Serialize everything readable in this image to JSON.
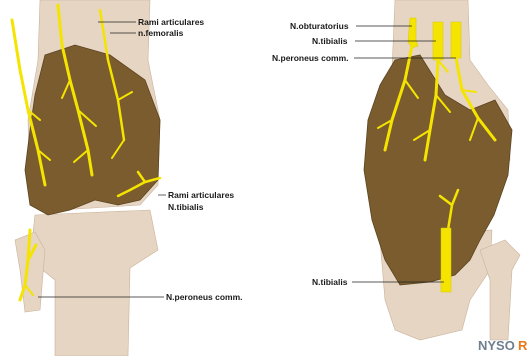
{
  "colors": {
    "bone": "#e6d5c2",
    "capsule": "#7a5c2e",
    "nerve": "#f4e400",
    "label": "#1a1a1a",
    "watermark_gray": "#6f7f8e",
    "watermark_orange": "#e87a1c"
  },
  "left_panel": {
    "labels": {
      "rami_articulares_top": "Rami articulares",
      "n_femoralis": "n.femoralis",
      "rami_articulares_mid": "Rami articulares",
      "n_tibialis": "N.tibialis",
      "n_peroneus_comm": "N.peroneus comm."
    }
  },
  "right_panel": {
    "labels": {
      "n_obturatorius": "N.obturatorius",
      "n_tibialis_top": "N.tibialis",
      "n_peroneus_comm": "N.peroneus comm.",
      "n_tibialis_bottom": "N.tibialis"
    }
  },
  "watermark": {
    "text_main": "NYSO",
    "text_accent": "R"
  }
}
